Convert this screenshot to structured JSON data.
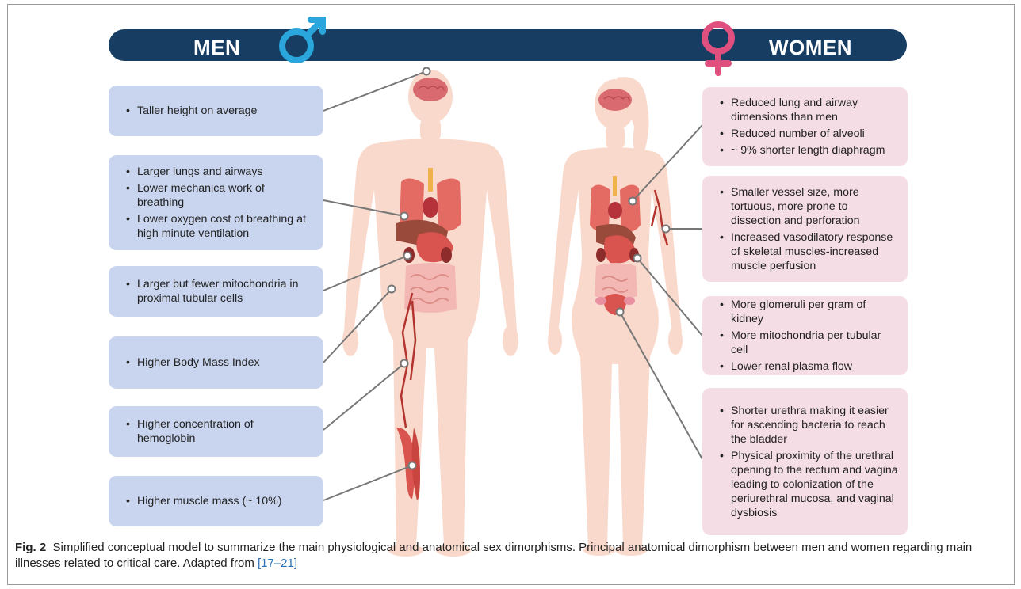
{
  "header": {
    "men_label": "MEN",
    "women_label": "WOMEN"
  },
  "men_boxes": [
    {
      "items": [
        "Taller height on average"
      ]
    },
    {
      "items": [
        "Larger lungs and airways",
        "Lower mechanica work of breathing",
        "Lower oxygen cost of breathing at high minute ventilation"
      ]
    },
    {
      "items": [
        "Larger but fewer mitochondria in proximal tubular cells"
      ]
    },
    {
      "items": [
        "Higher Body Mass Index"
      ]
    },
    {
      "items": [
        "Higher concentration of hemoglobin"
      ]
    },
    {
      "items": [
        "Higher muscle mass (~ 10%)"
      ]
    }
  ],
  "women_boxes": [
    {
      "items": [
        "Reduced lung and airway dimensions than men",
        "Reduced number of alveoli",
        "~ 9% shorter length diaphragm"
      ]
    },
    {
      "items": [
        "Smaller vessel size, more tortuous, more prone to dissection and perforation",
        "Increased vasodilatory response of skeletal muscles-increased muscle perfusion"
      ]
    },
    {
      "items": [
        "More glomeruli per gram of kidney",
        "More mitochondria per tubular cell",
        "Lower renal plasma flow"
      ]
    },
    {
      "items": [
        "Shorter urethra making it easier for ascending bacteria to reach the bladder",
        "Physical proximity of the urethral opening to the rectum and vagina leading to colonization of the periurethral mucosa, and vaginal dysbiosis"
      ]
    }
  ],
  "caption": {
    "label": "Fig. 2",
    "text": "Simplified conceptual model to summarize the main physiological and anatomical sex dimorphisms. Principal anatomical dimorphism between men and women regarding main illnesses related to critical care. Adapted from ",
    "refs": "[17–21]"
  },
  "colors": {
    "banner": "#173e62",
    "men_box": "#c9d5ee",
    "women_box": "#f5dde5",
    "male_symbol": "#2aa6dc",
    "female_symbol": "#e0507e",
    "skin": "#f9d9cc",
    "organ": "#e36b63"
  },
  "icons": [
    "male-symbol-icon",
    "female-symbol-icon"
  ]
}
